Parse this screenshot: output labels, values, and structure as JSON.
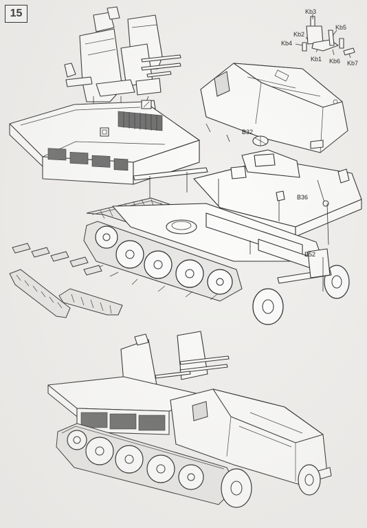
{
  "step": {
    "number": "15"
  },
  "callouts": {
    "kb3": "Kb3",
    "kb2": "Kb2",
    "kb5": "Kb5",
    "kb4": "Kb4",
    "kb1": "Kb1",
    "kb6": "Kb6",
    "kb7": "Kb7",
    "b32": "B32",
    "b36": "B36",
    "b52": "B52"
  },
  "icons": {
    "flag_icon": "flag-icon",
    "cement_icon": "cement-icon"
  },
  "colors": {
    "paper": "#f1f0ee",
    "line": "#2a2a2a",
    "grille": "#6b6b6b"
  }
}
